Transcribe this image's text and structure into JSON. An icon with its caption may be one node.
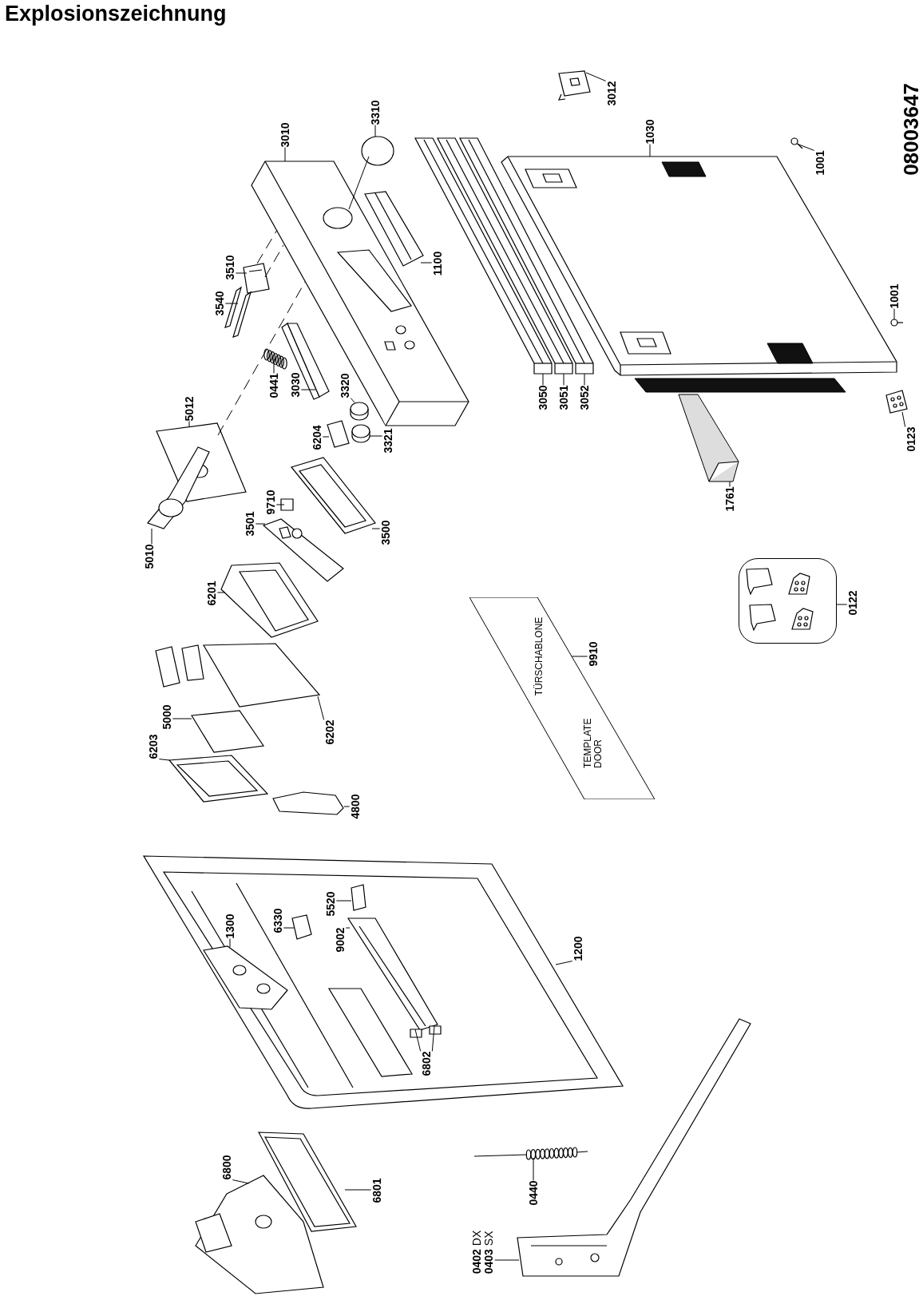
{
  "diagram": {
    "title": "Explosionszeichnung",
    "nodes": [
      {
        "text": [
          "3012"
        ]
      },
      {
        "text": [
          "3310"
        ]
      },
      {
        "text": [
          "3010"
        ]
      },
      {
        "text": [
          "1030"
        ]
      },
      {
        "text": [
          "1001"
        ]
      },
      {
        "text": [
          "3510"
        ]
      },
      {
        "text": [
          "1100"
        ]
      },
      {
        "text": [
          "3540"
        ]
      },
      {
        "text": [
          "1001"
        ]
      },
      {
        "text": [
          "0441"
        ]
      },
      {
        "text": [
          "3030"
        ]
      },
      {
        "text": [
          "3320"
        ]
      },
      {
        "text": [
          "3050"
        ]
      },
      {
        "text": [
          "3051"
        ]
      },
      {
        "text": [
          "3052"
        ]
      },
      {
        "text": [
          "5012"
        ]
      },
      {
        "text": [
          "6204"
        ]
      },
      {
        "text": [
          "3321"
        ]
      },
      {
        "text": [
          "0123"
        ]
      },
      {
        "text": [
          "1761"
        ]
      },
      {
        "text": [
          "9710"
        ]
      },
      {
        "text": [
          "3501"
        ]
      },
      {
        "text": [
          "3500"
        ]
      },
      {
        "text": [
          "5010"
        ]
      },
      {
        "text": [
          "6201"
        ]
      },
      {
        "text": [
          "TÜRSCHABLONE",
          "TEMPLATE DOOR"
        ]
      },
      {
        "text": [
          "9910"
        ]
      },
      {
        "text": [],
        "shape": "box"
      },
      {
        "text": [
          "0122"
        ]
      },
      {
        "text": [
          "5000"
        ]
      },
      {
        "text": [
          "6203"
        ]
      },
      {
        "text": [
          "6202"
        ]
      },
      {
        "text": [
          "4800"
        ]
      },
      {
        "text": [
          "5520"
        ],
        "in": 76
      },
      {
        "text": [
          "6330"
        ],
        "in": 76
      },
      {
        "text": [
          "9002"
        ],
        "in": 76
      },
      {
        "text": [
          "1300"
        ],
        "in": 76
      },
      {
        "text": [
          "1200"
        ]
      },
      {
        "text": [
          "6802"
        ],
        "in": 76
      },
      {
        "text": [
          "6800"
        ]
      },
      {
        "text": [
          "6801"
        ]
      },
      {
        "text": [
          "0440"
        ]
      },
      {
        "text": [
          "**0402** DX",
          "**0403** SX"
        ]
      },
      {
        "text": [],
        "shape": "picture"
      },
      {
        "text": [],
        "shape": "circle"
      },
      {
        "text": [],
        "shape": "picture"
      },
      {
        "text": [],
        "shape": "picture"
      },
      {
        "text": [],
        "shape": "picture"
      },
      {
        "text": [],
        "shape": "picture"
      },
      {
        "text": [],
        "shape": "picture"
      },
      {
        "text": [],
        "shape": "picture"
      },
      {
        "text": [],
        "shape": "picture"
      },
      {
        "text": [],
        "shape": "picture"
      },
      {
        "text": [],
        "shape": "picture"
      },
      {
        "text": [],
        "shape": "picture"
      },
      {
        "text": [],
        "shape": "picture"
      },
      {
        "text": [],
        "shape": "picture"
      },
      {
        "text": [],
        "shape": "picture"
      },
      {
        "text": [],
        "shape": "picture"
      },
      {
        "text": [],
        "shape": "picture"
      },
      {
        "text": [],
        "shape": "picture"
      },
      {
        "text": [],
        "shape": "picture"
      },
      {
        "text": [],
        "shape": "picture"
      },
      {
        "text": [],
        "shape": "box"
      },
      {
        "text": [],
        "shape": "picture"
      },
      {
        "text": [],
        "shape": "picture"
      },
      {
        "text": [],
        "shape": "picture"
      },
      {
        "text": [],
        "shape": "picture"
      },
      {
        "text": [],
        "shape": "picture"
      },
      {
        "text": [],
        "shape": "picture"
      },
      {
        "text": [],
        "shape": "picture"
      },
      {
        "text": [],
        "shape": "picture"
      },
      {
        "text": [],
        "shape": "picture",
        "in": 76
      },
      {
        "text": [],
        "shape": "picture",
        "in": 76
      },
      {
        "text": [],
        "shape": "picture",
        "in": 76
      },
      {
        "text": [],
        "shape": "picture",
        "in": 76
      },
      {
        "text": [],
        "shape": "picture"
      },
      {
        "text": [],
        "shape": "box",
        "in": 76
      },
      {
        "text": [],
        "shape": "box",
        "in": 76
      },
      {
        "text": [],
        "shape": "picture"
      },
      {
        "text": [],
        "shape": "picture"
      },
      {
        "text": [],
        "shape": "picture"
      },
      {
        "text": [],
        "shape": "picture"
      }
    ],
    "edges": [
      {
        "from": 0,
        "to": 43,
        "arrow": "none"
      },
      {
        "from": 1,
        "to": 44,
        "arrow": "none"
      },
      {
        "from": 2,
        "to": 45,
        "arrow": "none"
      },
      {
        "from": 3,
        "to": 46,
        "arrow": "none"
      },
      {
        "from": 4,
        "to": 47,
        "arrow": "none"
      },
      {
        "from": 5,
        "to": 48,
        "arrow": "none"
      },
      {
        "from": 6,
        "to": 49,
        "arrow": "none"
      },
      {
        "from": 7,
        "to": 50,
        "arrow": "none"
      },
      {
        "from": 8,
        "to": 51,
        "arrow": "none"
      },
      {
        "from": 9,
        "to": 52,
        "arrow": "none"
      },
      {
        "from": 10,
        "to": 53,
        "arrow": "none"
      },
      {
        "from": 11,
        "to": 54,
        "arrow": "none"
      },
      {
        "from": 12,
        "to": 55,
        "arrow": "none"
      },
      {
        "from": 13,
        "to": 56,
        "arrow": "none"
      },
      {
        "from": 14,
        "to": 57,
        "arrow": "none"
      },
      {
        "from": 15,
        "to": 58,
        "arrow": "none"
      },
      {
        "from": 16,
        "to": 59,
        "arrow": "none"
      },
      {
        "from": 17,
        "to": 60,
        "arrow": "none"
      },
      {
        "from": 18,
        "to": 61,
        "arrow": "none"
      },
      {
        "from": 19,
        "to": 62,
        "arrow": "none"
      },
      {
        "from": 20,
        "to": 63,
        "arrow": "none"
      },
      {
        "from": 21,
        "to": 64,
        "arrow": "none"
      },
      {
        "from": 22,
        "to": 65,
        "arrow": "none"
      },
      {
        "from": 23,
        "to": 66,
        "arrow": "none"
      },
      {
        "from": 24,
        "to": 67,
        "arrow": "none"
      },
      {
        "from": 26,
        "to": 25,
        "arrow": "none"
      },
      {
        "from": 28,
        "to": 27,
        "arrow": "none"
      },
      {
        "from": 29,
        "to": 68,
        "arrow": "none"
      },
      {
        "from": 30,
        "to": 69,
        "arrow": "none"
      },
      {
        "from": 31,
        "to": 70,
        "arrow": "none"
      },
      {
        "from": 32,
        "to": 71,
        "arrow": "none"
      },
      {
        "from": 33,
        "to": 72,
        "arrow": "none"
      },
      {
        "from": 34,
        "to": 73,
        "arrow": "none"
      },
      {
        "from": 35,
        "to": 74,
        "arrow": "none"
      },
      {
        "from": 36,
        "to": 75,
        "arrow": "none"
      },
      {
        "from": 37,
        "to": 76,
        "arrow": "none"
      },
      {
        "from": 38,
        "to": 77,
        "arrow": "none"
      },
      {
        "from": 38,
        "to": 78,
        "arrow": "none"
      },
      {
        "from": 39,
        "to": 79,
        "arrow": "none"
      },
      {
        "from": 40,
        "to": 80,
        "arrow": "none"
      },
      {
        "from": 41,
        "to": 81,
        "arrow": "none"
      },
      {
        "from": 42,
        "to": 82,
        "arrow": "none"
      },
      {
        "from": 44,
        "to": 45,
        "arrow": "none"
      },
      {
        "from": 48,
        "to": 45,
        "arrow": "none",
        "style": "dashed"
      },
      {
        "from": 48,
        "to": 45,
        "arrow": "none",
        "style": "dashed"
      },
      {
        "from": 58,
        "to": 45,
        "arrow": "none",
        "style": "dashed"
      }
    ],
    "labels": [
      "08003647"
    ]
  }
}
